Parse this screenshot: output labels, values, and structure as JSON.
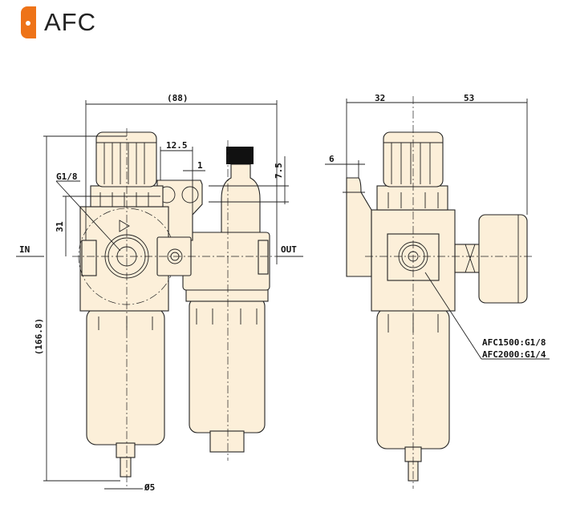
{
  "brand": {
    "name": "AFC",
    "color": "#ee7318"
  },
  "drawing": {
    "fill_color": "#fcefd9",
    "front_view": {
      "width_overall": "(88)",
      "height_overall": "(166.8)",
      "port_size": "G1/8",
      "dim_31": "31",
      "dim_12_5": "12.5",
      "dim_1": "1",
      "dim_7_5": "7.5",
      "inlet": "IN",
      "outlet": "OUT",
      "drain_diameter": "Ø5"
    },
    "side_view": {
      "dim_32": "32",
      "dim_53": "53",
      "dim_6": "6",
      "port_notes": [
        "AFC1500:G1/8",
        "AFC2000:G1/4"
      ]
    }
  }
}
